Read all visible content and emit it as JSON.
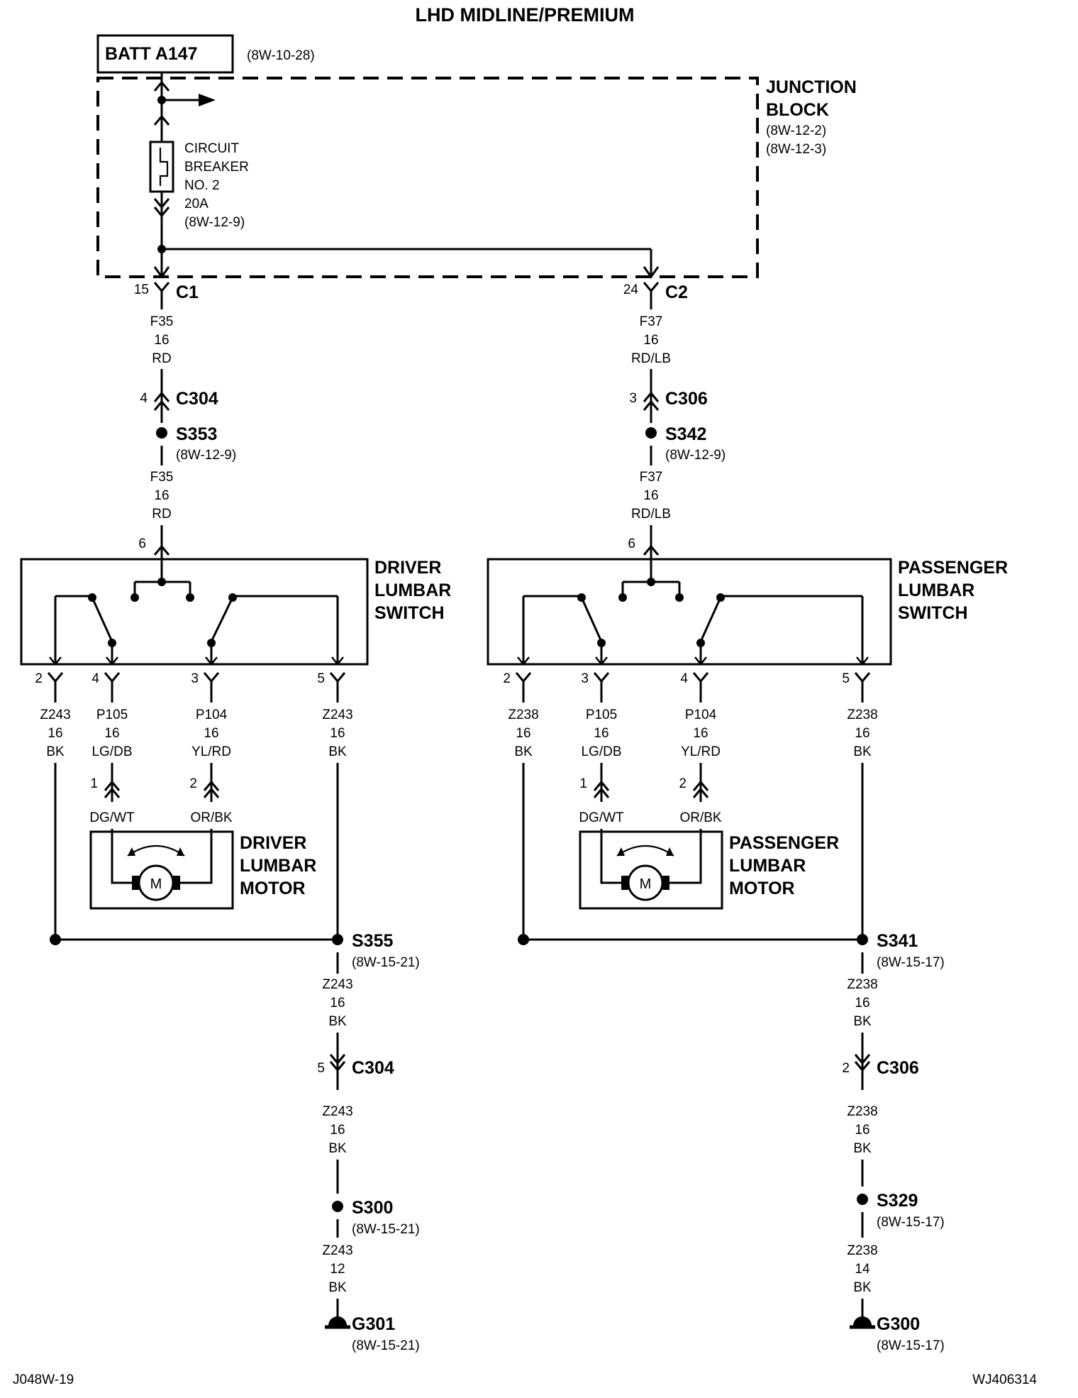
{
  "title": "LHD MIDLINE/PREMIUM",
  "battery": {
    "name": "BATT A147",
    "ref": "(8W-10-28)"
  },
  "junction_block": {
    "line1": "JUNCTION",
    "line2": "BLOCK",
    "ref1": "(8W-12-2)",
    "ref2": "(8W-12-3)"
  },
  "breaker": {
    "line1": "CIRCUIT",
    "line2": "BREAKER",
    "line3": "NO. 2",
    "line4": "20A",
    "ref": "(8W-12-9)"
  },
  "driver": {
    "conn_out": {
      "pin": "15",
      "name": "C1"
    },
    "feed_wire": {
      "circuit": "F35",
      "gauge": "16",
      "color": "RD"
    },
    "inline_conn": {
      "pin": "4",
      "name": "C304"
    },
    "splice": {
      "name": "S353",
      "ref": "(8W-12-9)"
    },
    "switch_pin": "6",
    "switch": {
      "line1": "DRIVER",
      "line2": "LUMBAR",
      "line3": "SWITCH"
    },
    "pins": [
      "2",
      "4",
      "3",
      "5"
    ],
    "wires": [
      {
        "circuit": "Z243",
        "gauge": "16",
        "color": "BK"
      },
      {
        "circuit": "P105",
        "gauge": "16",
        "color": "LG/DB"
      },
      {
        "circuit": "P104",
        "gauge": "16",
        "color": "YL/RD"
      },
      {
        "circuit": "Z243",
        "gauge": "16",
        "color": "BK"
      }
    ],
    "motor_conn_pins": [
      "1",
      "2"
    ],
    "motor_wire_colors": [
      "DG/WT",
      "OR/BK"
    ],
    "motor": {
      "line1": "DRIVER",
      "line2": "LUMBAR",
      "line3": "MOTOR",
      "symbol": "M"
    },
    "ground_splice": {
      "name": "S355",
      "ref": "(8W-15-21)"
    },
    "ground_wire_1": {
      "circuit": "Z243",
      "gauge": "16",
      "color": "BK"
    },
    "ground_conn": {
      "pin": "5",
      "name": "C304"
    },
    "ground_wire_2": {
      "circuit": "Z243",
      "gauge": "16",
      "color": "BK"
    },
    "splice_2": {
      "name": "S300",
      "ref": "(8W-15-21)"
    },
    "ground_wire_3": {
      "circuit": "Z243",
      "gauge": "12",
      "color": "BK"
    },
    "ground": {
      "name": "G301",
      "ref": "(8W-15-21)"
    }
  },
  "passenger": {
    "conn_out": {
      "pin": "24",
      "name": "C2"
    },
    "feed_wire": {
      "circuit": "F37",
      "gauge": "16",
      "color": "RD/LB"
    },
    "inline_conn": {
      "pin": "3",
      "name": "C306"
    },
    "splice": {
      "name": "S342",
      "ref": "(8W-12-9)"
    },
    "switch_pin": "6",
    "switch": {
      "line1": "PASSENGER",
      "line2": "LUMBAR",
      "line3": "SWITCH"
    },
    "pins": [
      "2",
      "3",
      "4",
      "5"
    ],
    "wires": [
      {
        "circuit": "Z238",
        "gauge": "16",
        "color": "BK"
      },
      {
        "circuit": "P105",
        "gauge": "16",
        "color": "LG/DB"
      },
      {
        "circuit": "P104",
        "gauge": "16",
        "color": "YL/RD"
      },
      {
        "circuit": "Z238",
        "gauge": "16",
        "color": "BK"
      }
    ],
    "motor_conn_pins": [
      "1",
      "2"
    ],
    "motor_wire_colors": [
      "DG/WT",
      "OR/BK"
    ],
    "motor": {
      "line1": "PASSENGER",
      "line2": "LUMBAR",
      "line3": "MOTOR",
      "symbol": "M"
    },
    "ground_splice": {
      "name": "S341",
      "ref": "(8W-15-17)"
    },
    "ground_wire_1": {
      "circuit": "Z238",
      "gauge": "16",
      "color": "BK"
    },
    "ground_conn": {
      "pin": "2",
      "name": "C306"
    },
    "ground_wire_2": {
      "circuit": "Z238",
      "gauge": "16",
      "color": "BK"
    },
    "splice_2": {
      "name": "S329",
      "ref": "(8W-15-17)"
    },
    "ground_wire_3": {
      "circuit": "Z238",
      "gauge": "14",
      "color": "BK"
    },
    "ground": {
      "name": "G300",
      "ref": "(8W-15-17)"
    }
  },
  "footer": {
    "left": "J048W-19",
    "right": "WJ406314"
  }
}
